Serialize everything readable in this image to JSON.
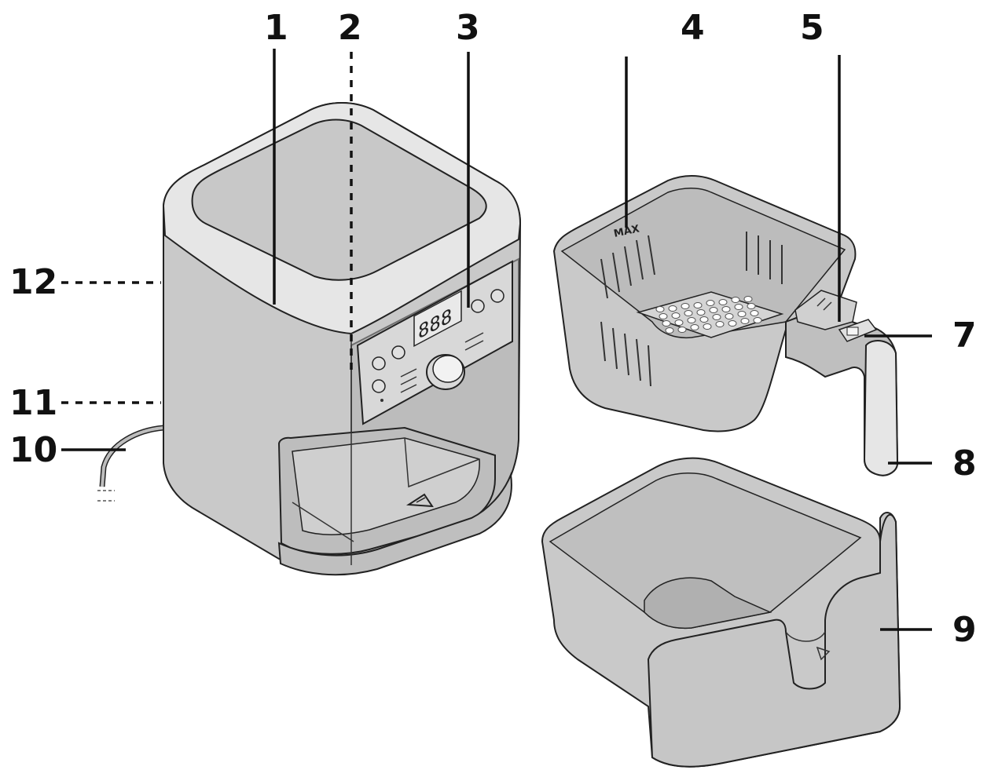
{
  "callouts": [
    {
      "id": "1",
      "label": "1"
    },
    {
      "id": "2",
      "label": "2"
    },
    {
      "id": "3",
      "label": "3"
    },
    {
      "id": "4",
      "label": "4"
    },
    {
      "id": "5",
      "label": "5"
    },
    {
      "id": "7",
      "label": "7"
    },
    {
      "id": "8",
      "label": "8"
    },
    {
      "id": "9",
      "label": "9"
    },
    {
      "id": "10",
      "label": "10"
    },
    {
      "id": "11",
      "label": "11"
    },
    {
      "id": "12",
      "label": "12"
    }
  ],
  "basket": {
    "max_mark": "MAX"
  },
  "display": {
    "digits": "888"
  },
  "colors": {
    "ink": "#111111",
    "body": "#c9c9c9",
    "lid": "#e6e6e6",
    "panel": "#d8d8d8"
  }
}
